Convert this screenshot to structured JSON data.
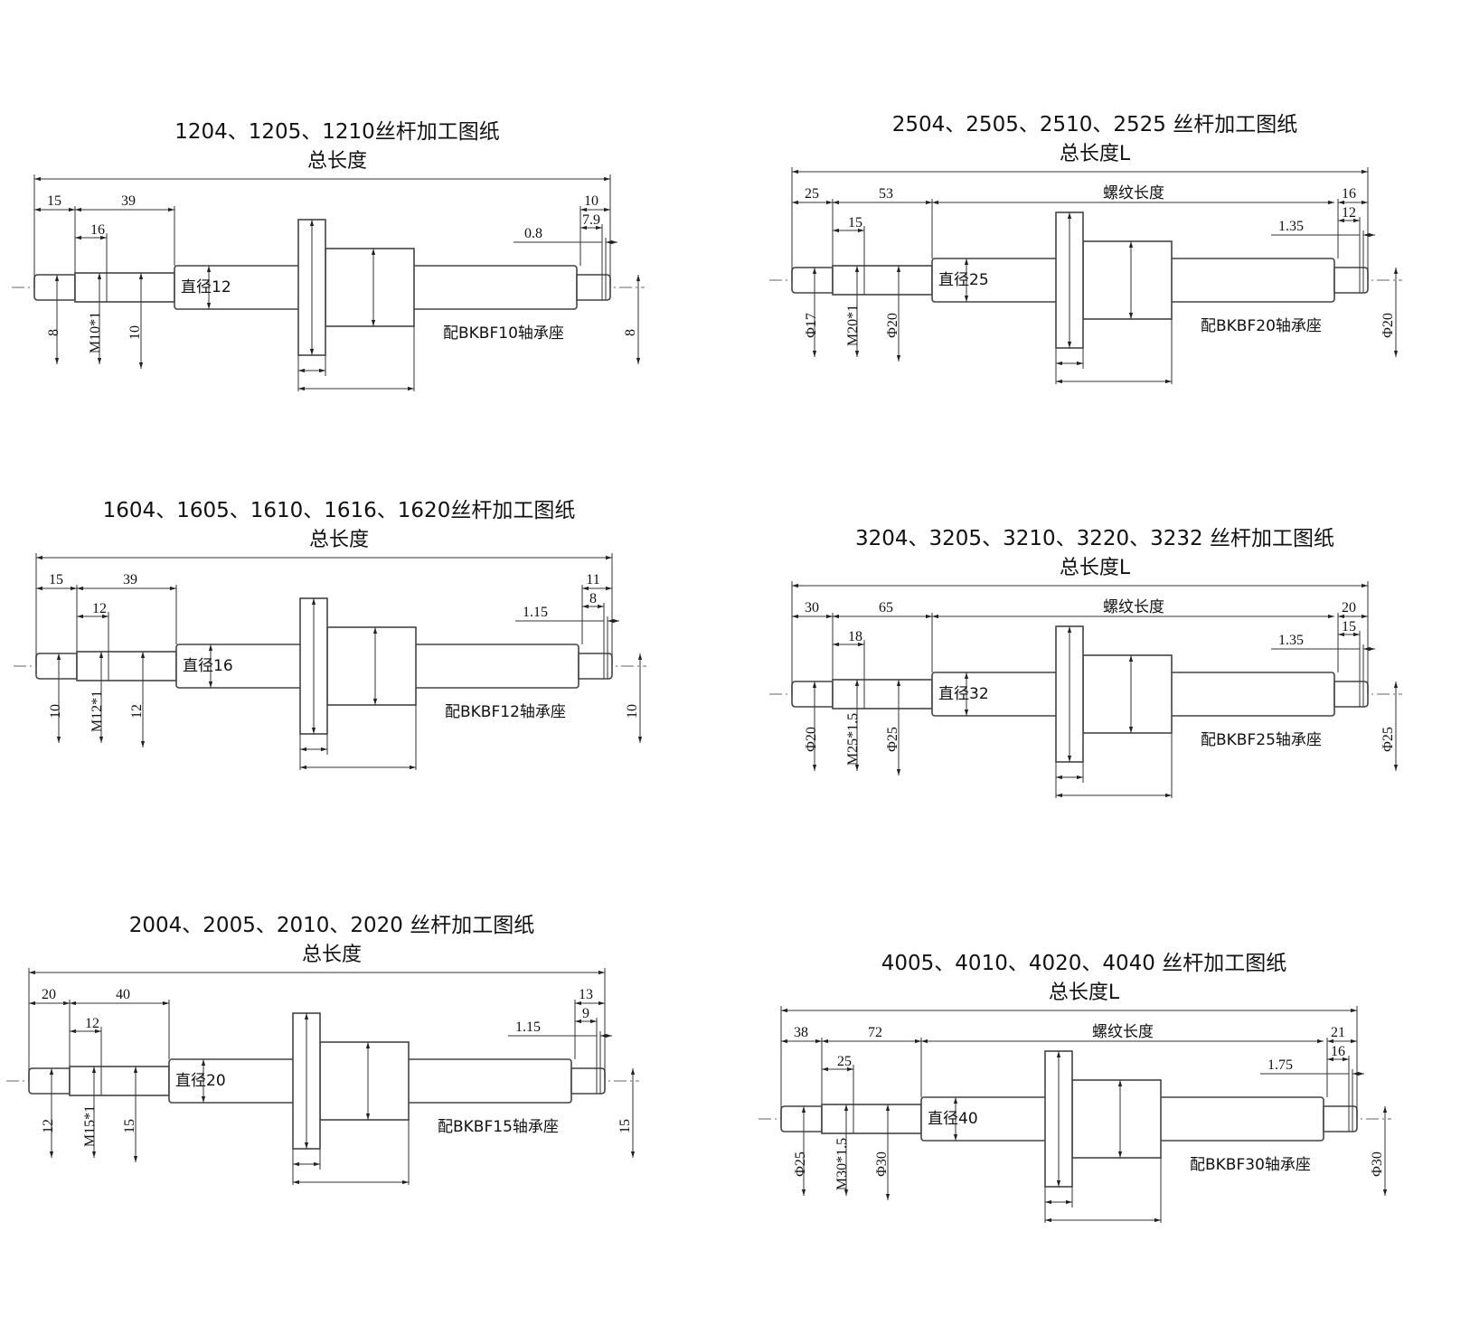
{
  "panels": [
    {
      "title": "1204、1205、1210丝杆加工图纸",
      "total_label": "总长度",
      "thread_label": null,
      "left_a": "15",
      "left_b": "39",
      "left_sub": "16",
      "right_a": "10",
      "right_b": "7.9",
      "groove": "0.8",
      "dia_label": "直径12",
      "d_end": "8",
      "thread_spec": "M10*1",
      "d_mid": "10",
      "bearing": "配BKBF10轴承座",
      "d_right": "8"
    },
    {
      "title": "1604、1605、1610、1616、1620丝杆加工图纸",
      "total_label": "总长度",
      "thread_label": null,
      "left_a": "15",
      "left_b": "39",
      "left_sub": "12",
      "right_a": "11",
      "right_b": "8",
      "groove": "1.15",
      "dia_label": "直径16",
      "d_end": "10",
      "thread_spec": "M12*1",
      "d_mid": "12",
      "bearing": "配BKBF12轴承座",
      "d_right": "10"
    },
    {
      "title": "2004、2005、2010、2020 丝杆加工图纸",
      "total_label": "总长度",
      "thread_label": null,
      "left_a": "20",
      "left_b": "40",
      "left_sub": "12",
      "right_a": "13",
      "right_b": "9",
      "groove": "1.15",
      "dia_label": "直径20",
      "d_end": "12",
      "thread_spec": "M15*1",
      "d_mid": "15",
      "bearing": "配BKBF15轴承座",
      "d_right": "15"
    },
    {
      "title": "2504、2505、2510、2525 丝杆加工图纸",
      "total_label": "总长度L",
      "thread_label": "螺纹长度",
      "left_a": "25",
      "left_b": "53",
      "left_sub": "15",
      "right_a": "16",
      "right_b": "12",
      "groove": "1.35",
      "dia_label": "直径25",
      "d_end": "Φ17",
      "thread_spec": "M20*1",
      "d_mid": "Φ20",
      "bearing": "配BKBF20轴承座",
      "d_right": "Φ20"
    },
    {
      "title": "3204、3205、3210、3220、3232 丝杆加工图纸",
      "total_label": "总长度L",
      "thread_label": "螺纹长度",
      "left_a": "30",
      "left_b": "65",
      "left_sub": "18",
      "right_a": "20",
      "right_b": "15",
      "groove": "1.35",
      "dia_label": "直径32",
      "d_end": "Φ20",
      "thread_spec": "M25*1.5",
      "d_mid": "Φ25",
      "bearing": "配BKBF25轴承座",
      "d_right": "Φ25"
    },
    {
      "title": "4005、4010、4020、4040 丝杆加工图纸",
      "total_label": "总长度L",
      "thread_label": "螺纹长度",
      "left_a": "38",
      "left_b": "72",
      "left_sub": "25",
      "right_a": "21",
      "right_b": "16",
      "groove": "1.75",
      "dia_label": "直径40",
      "d_end": "Φ25",
      "thread_spec": "M30*1.5",
      "d_mid": "Φ30",
      "bearing": "配BKBF30轴承座",
      "d_right": "Φ30"
    }
  ]
}
